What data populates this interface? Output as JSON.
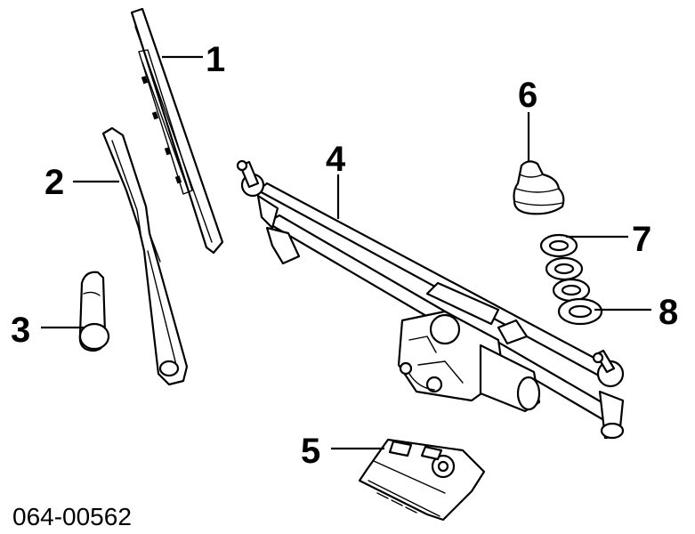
{
  "diagram": {
    "part_number": "064-00562",
    "callouts": {
      "c1": "1",
      "c2": "2",
      "c3": "3",
      "c4": "4",
      "c5": "5",
      "c6": "6",
      "c7": "7",
      "c8": "8"
    }
  }
}
